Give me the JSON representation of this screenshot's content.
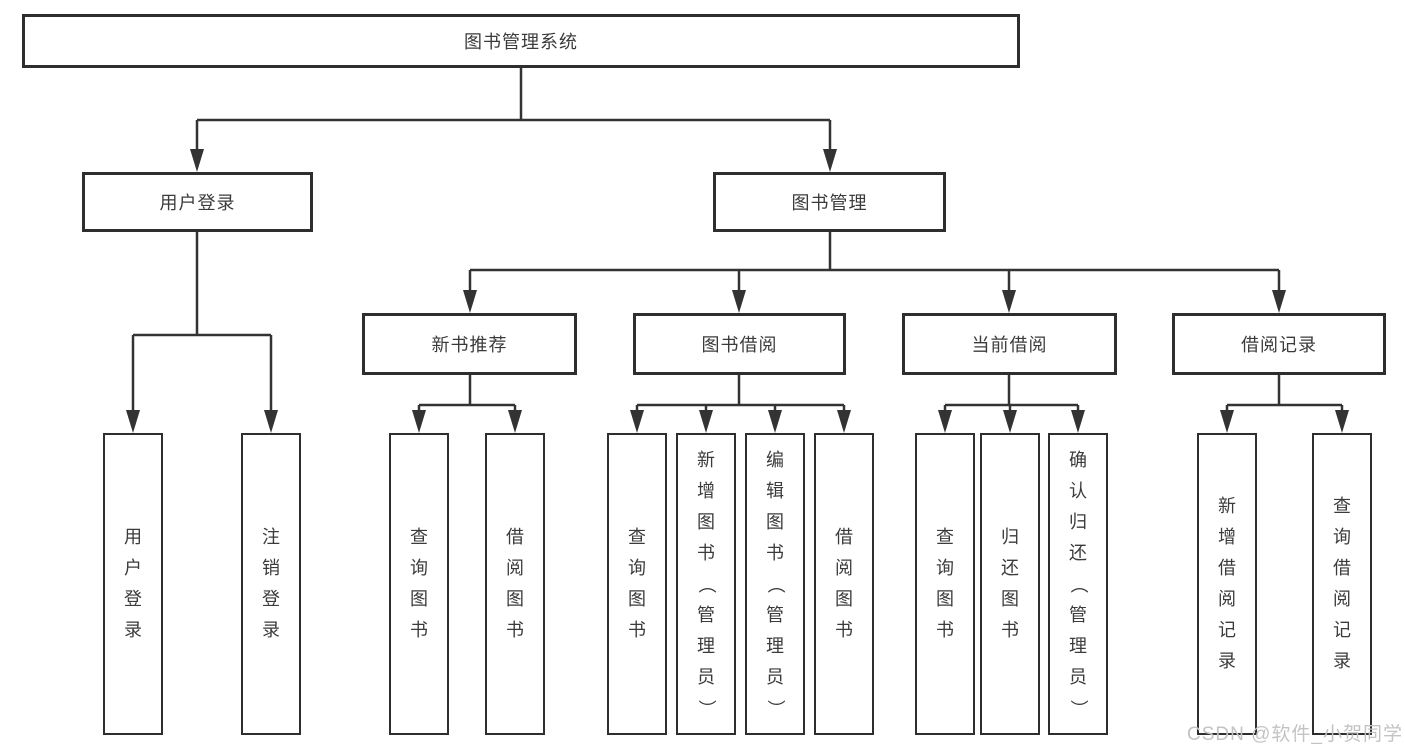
{
  "tree": {
    "root": {
      "label": "图书管理系统"
    },
    "branches": [
      {
        "label": "用户登录",
        "children": [
          {
            "label": "用户登录"
          },
          {
            "label": "注销登录"
          }
        ]
      },
      {
        "label": "图书管理",
        "children": [
          {
            "label": "新书推荐",
            "children": [
              {
                "label": "查询图书"
              },
              {
                "label": "借阅图书"
              }
            ]
          },
          {
            "label": "图书借阅",
            "children": [
              {
                "label": "查询图书"
              },
              {
                "label": "新增图书（管理员）"
              },
              {
                "label": "编辑图书（管理员）"
              },
              {
                "label": "借阅图书"
              }
            ]
          },
          {
            "label": "当前借阅",
            "children": [
              {
                "label": "查询图书"
              },
              {
                "label": "归还图书"
              },
              {
                "label": "确认归还（管理员）"
              }
            ]
          },
          {
            "label": "借阅记录",
            "children": [
              {
                "label": "新增借阅记录"
              },
              {
                "label": "查询借阅记录"
              }
            ]
          }
        ]
      }
    ]
  },
  "watermark": "CSDN @软件_小贺同学",
  "colors": {
    "line": "#333333",
    "border": "#2e2e2e",
    "text": "#3b3b3b",
    "watermark": "#c3c3c3",
    "background": "#ffffff"
  }
}
